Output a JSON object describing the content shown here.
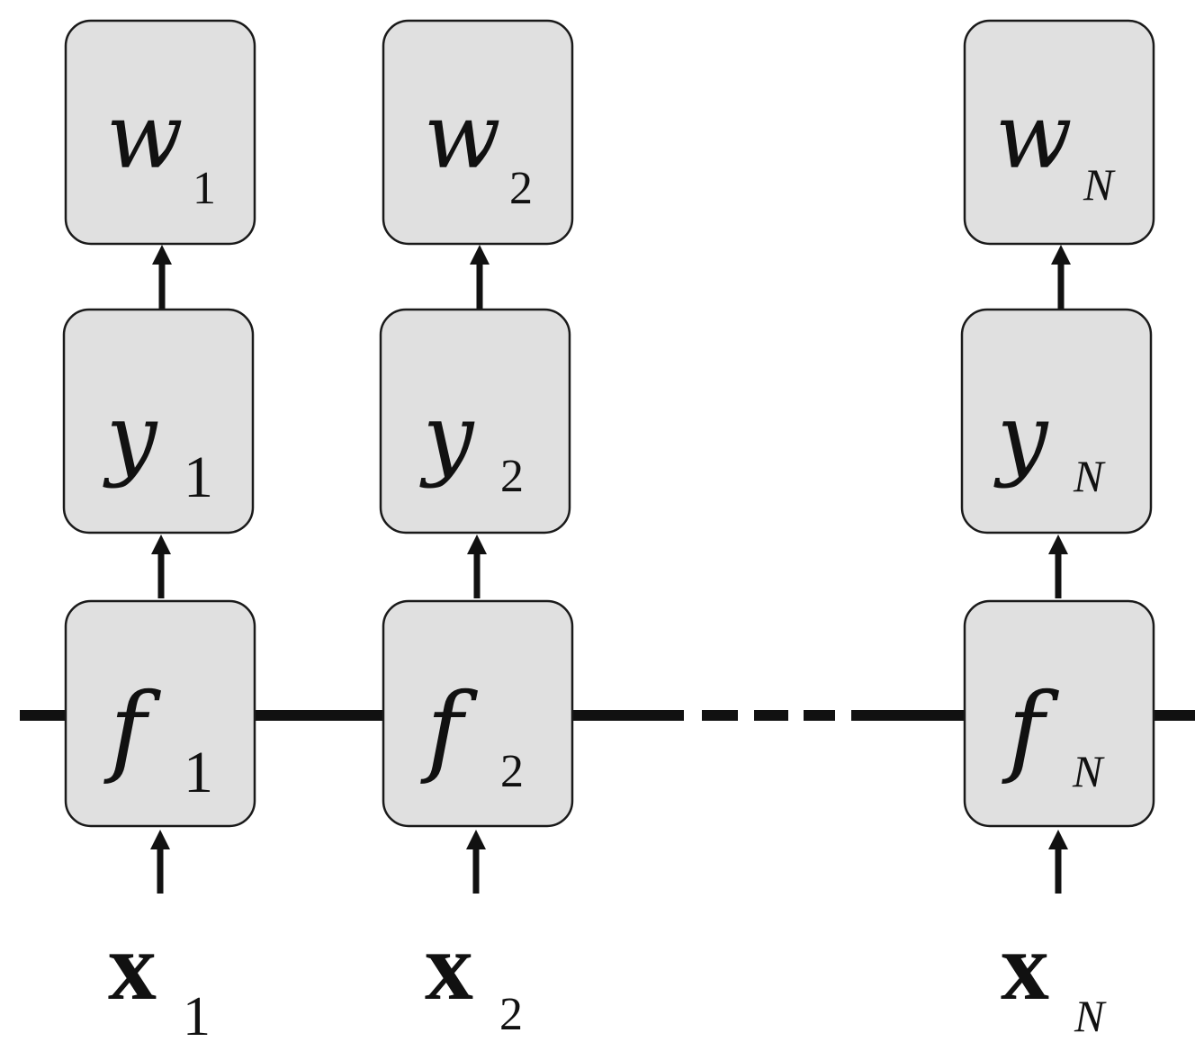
{
  "columns": [
    {
      "w": "w",
      "y": "y",
      "f": "f",
      "x": "x",
      "sub": "1",
      "sub_italic": false
    },
    {
      "w": "w",
      "y": "y",
      "f": "f",
      "x": "x",
      "sub": "2",
      "sub_italic": false
    },
    {
      "w": "w",
      "y": "y",
      "f": "f",
      "x": "x",
      "sub": "N",
      "sub_italic": true
    }
  ],
  "colors": {
    "box_fill": "#e0e0e0",
    "stroke": "#111111"
  }
}
